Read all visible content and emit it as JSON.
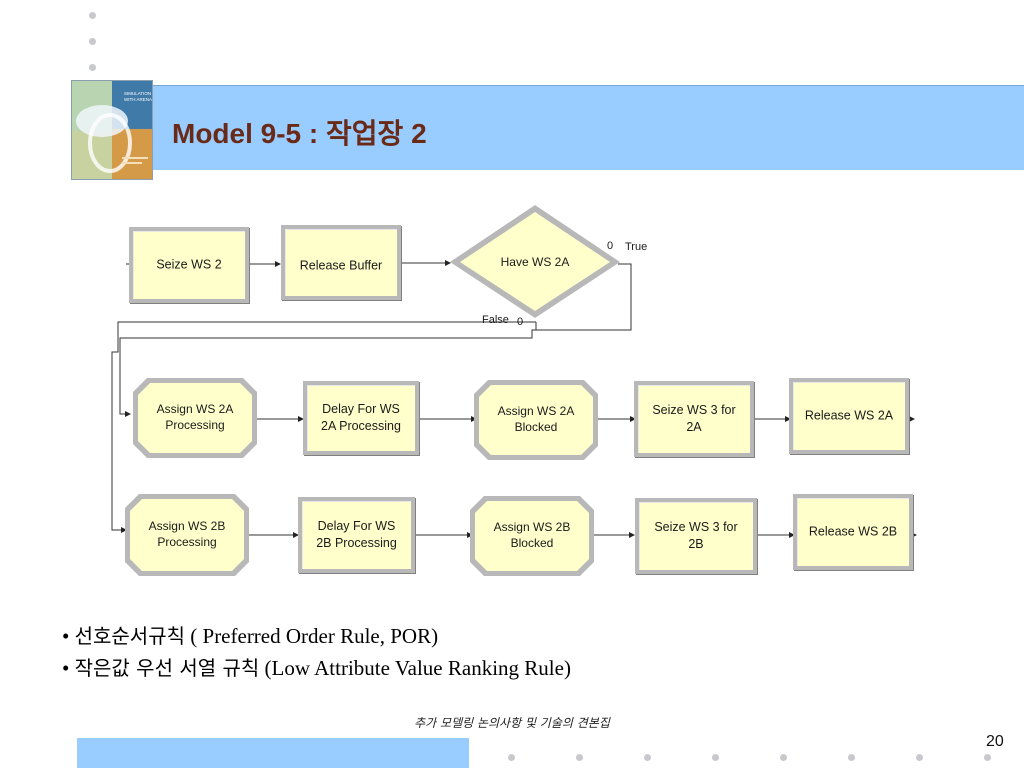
{
  "slide": {
    "title": "Model 9-5 : 작업장 2",
    "page_number": "20",
    "footer": "추가 모델링 논의사항 및 기술의 견본집"
  },
  "logo": {
    "lines": [
      "SIMULATION",
      "WITH ARENA"
    ]
  },
  "diagram": {
    "modules": {
      "seize_ws2": "Seize WS 2",
      "release_buffer": "Release Buffer",
      "decide_have_ws2a": "Have WS 2A",
      "assign_2a_processing": "Assign WS 2A\nProcessing",
      "delay_2a": "Delay For WS\n2A Processing",
      "assign_2a_blocked": "Assign WS 2A\nBlocked",
      "seize_ws3_2a": "Seize WS 3 for\n2A",
      "release_ws2a": "Release WS 2A",
      "assign_2b_processing": "Assign WS 2B\nProcessing",
      "delay_2b": "Delay For WS\n2B Processing",
      "assign_2b_blocked": "Assign WS 2B\nBlocked",
      "seize_ws3_2b": "Seize WS 3 for\n2B",
      "release_ws2b": "Release WS 2B"
    },
    "branch_true": "True",
    "branch_false": "False",
    "branch_true_marker": "0",
    "branch_false_marker": "0"
  },
  "bullets": [
    {
      "korean": "선호순서규칙",
      "english": " ( Preferred Order Rule, POR)"
    },
    {
      "korean": "작은값 우선 서열 규칙",
      "english": " (Low Attribute Value Ranking Rule)"
    }
  ],
  "colors": {
    "title_band": "#99ccff",
    "title_text": "#6a2a18",
    "module_fill": "#ffffcc",
    "module_border": "#b8b8b8"
  }
}
